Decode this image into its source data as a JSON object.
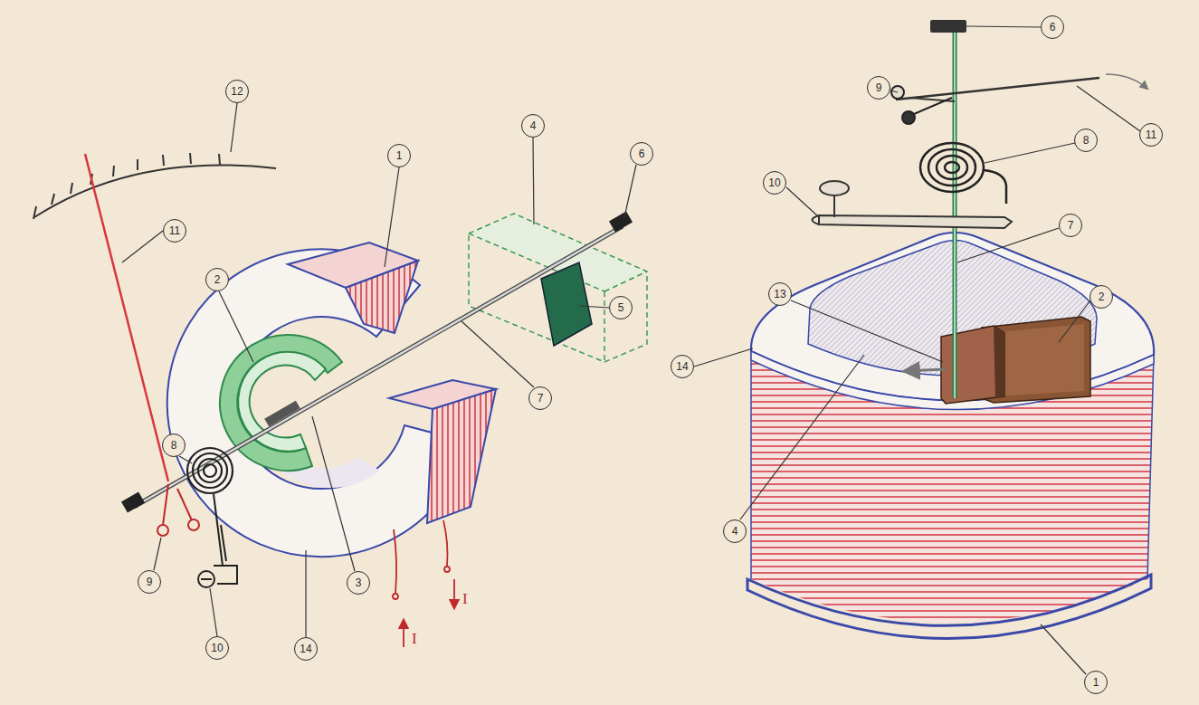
{
  "diagram": {
    "labels": [
      "12",
      "1",
      "4",
      "6",
      "11",
      "2",
      "5",
      "7",
      "8",
      "3",
      "9",
      "10",
      "14",
      "I",
      "I",
      "6",
      "9",
      "11",
      "8",
      "10",
      "7",
      "13",
      "2",
      "14",
      "4",
      "1"
    ]
  }
}
